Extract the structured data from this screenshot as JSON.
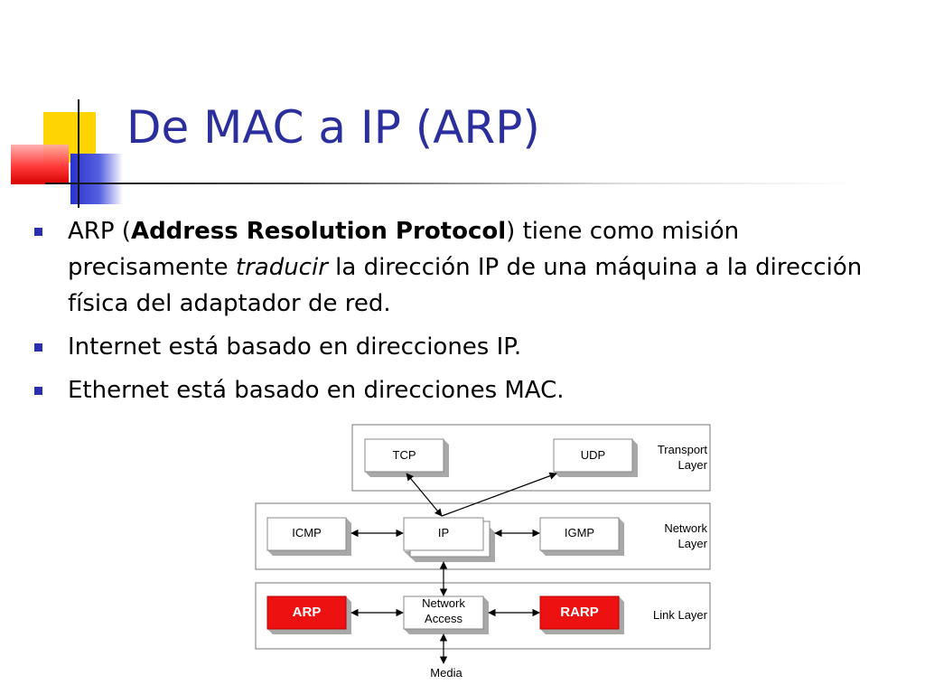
{
  "slide": {
    "title": "De MAC a IP (ARP)",
    "bullets": [
      {
        "p1": "ARP (",
        "bold": "Address Resolution Protocol",
        "p2": ") tiene como misión precisamente ",
        "italic": "traducir",
        "p3": " la dirección IP de una máquina a la dirección física del adaptador de red."
      },
      {
        "text": "Internet está basado en direcciones IP."
      },
      {
        "text": "Ethernet está basado en direcciones MAC."
      }
    ]
  },
  "diagram": {
    "layers": {
      "transport_line1": "Transport",
      "transport_line2": "Layer",
      "network_line1": "Network",
      "network_line2": "Layer",
      "link": "Link Layer"
    },
    "boxes": {
      "tcp": "TCP",
      "udp": "UDP",
      "icmp": "ICMP",
      "ip": "IP",
      "igmp": "IGMP",
      "arp": "ARP",
      "network_access_line1": "Network",
      "network_access_line2": "Access",
      "rarp": "RARP"
    },
    "media": "Media",
    "colors": {
      "red_box": "#ee1111",
      "title": "#2b2f9e",
      "bullet": "#2b2fae"
    }
  }
}
